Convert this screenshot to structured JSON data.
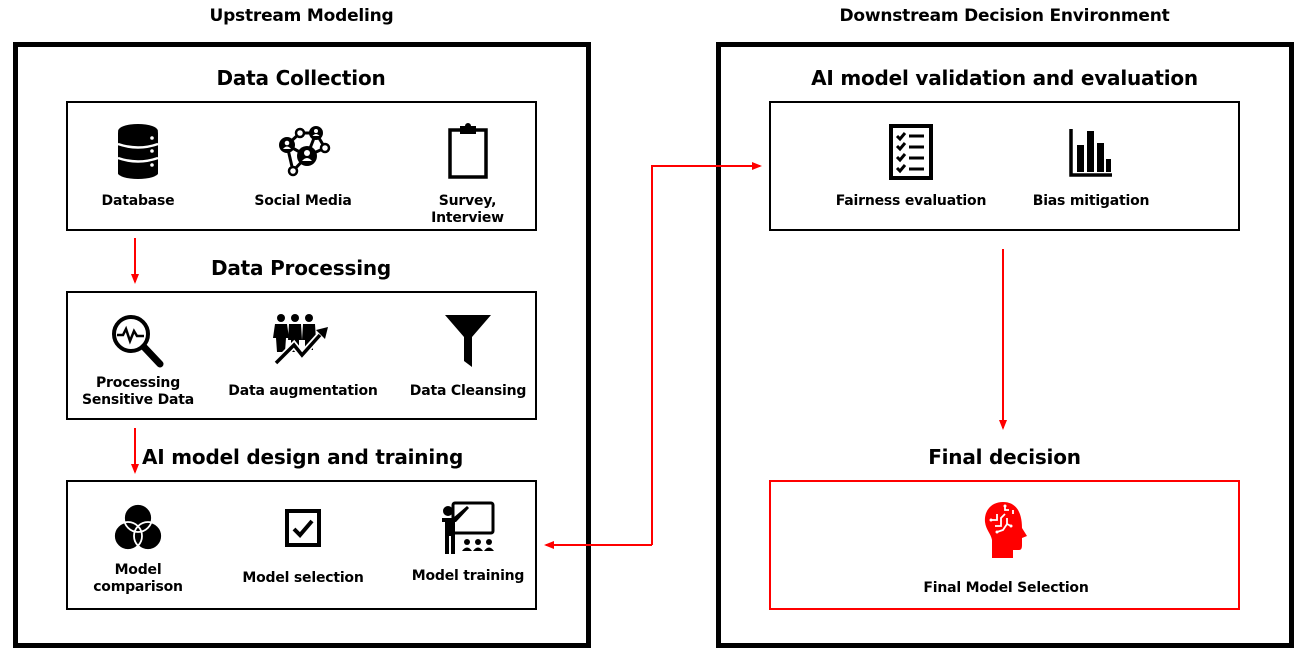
{
  "upstream": {
    "title": "Upstream Modeling",
    "data_collection": {
      "title": "Data Collection",
      "items": [
        {
          "label": "Database",
          "icon": "database-icon"
        },
        {
          "label": "Social Media",
          "icon": "social-network-icon"
        },
        {
          "label": "Survey, Interview",
          "icon": "clipboard-icon"
        }
      ]
    },
    "data_processing": {
      "title": "Data Processing",
      "items": [
        {
          "label": "Processing\nSensitive Data",
          "icon": "magnifier-pulse-icon"
        },
        {
          "label": "Data augmentation",
          "icon": "people-growth-icon"
        },
        {
          "label": "Data Cleansing",
          "icon": "funnel-icon"
        }
      ]
    },
    "model_design": {
      "title": "AI model design and training",
      "items": [
        {
          "label": "Model\ncomparison",
          "icon": "venn-diagram-icon"
        },
        {
          "label": "Model selection",
          "icon": "checkbox-icon"
        },
        {
          "label": "Model training",
          "icon": "teacher-presentation-icon"
        }
      ]
    }
  },
  "downstream": {
    "title": "Downstream Decision Environment",
    "validation": {
      "title": "AI model validation and evaluation",
      "items": [
        {
          "label": "Fairness evaluation",
          "icon": "checklist-icon"
        },
        {
          "label": "Bias mitigation",
          "icon": "bar-chart-icon"
        }
      ]
    },
    "final": {
      "title": "Final decision",
      "items": [
        {
          "label": "Final Model Selection",
          "icon": "ai-head-icon"
        }
      ]
    }
  },
  "colors": {
    "arrow": "#ff0000",
    "border": "#000000",
    "highlight": "#ff0000"
  }
}
